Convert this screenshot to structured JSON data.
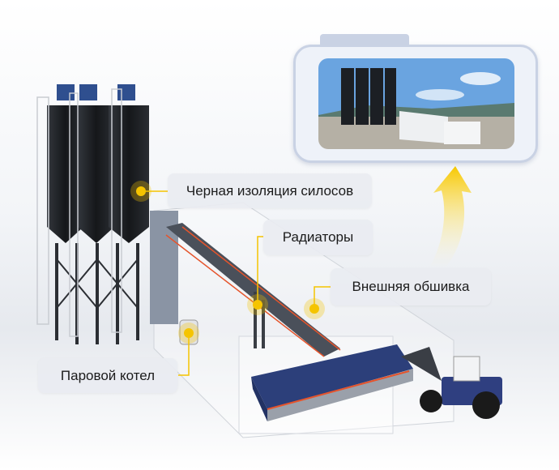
{
  "labels": {
    "silo_insulation": "Черная изоляция силосов",
    "radiators": "Радиаторы",
    "outer_cladding": "Внешняя обшивка",
    "steam_boiler": "Паровой котел"
  },
  "colors": {
    "accent": "#f5c400",
    "label_bg": "#e9ecf1",
    "silo": "#1c1f24",
    "bin_blue": "#2c3f7a",
    "heat_line": "#e5542c"
  }
}
